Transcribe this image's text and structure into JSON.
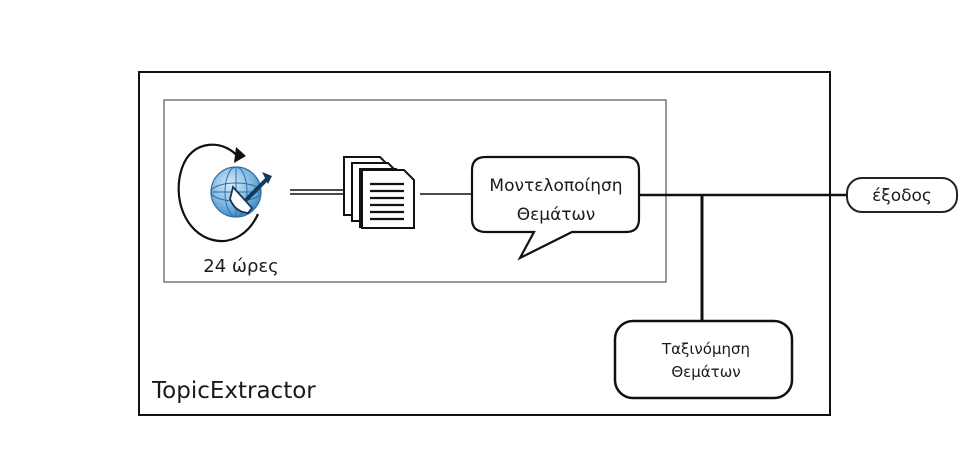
{
  "diagram": {
    "system_label": "TopicExtractor",
    "crawler_label": "24 ώρες",
    "topic_modeling_line1": "Μοντελοποίηση",
    "topic_modeling_line2": "Θεμάτων",
    "output_label": "έξοδος",
    "topic_classification_line1": "Ταξινόμηση",
    "topic_classification_line2": "Θεμάτων",
    "icons": [
      "cycle-arrow-icon",
      "globe-satellite-icon",
      "documents-icon"
    ]
  }
}
